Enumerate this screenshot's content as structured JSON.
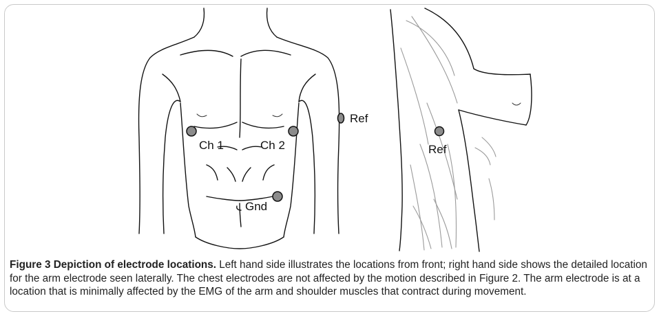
{
  "electrodes": {
    "ch1": "Ch 1",
    "ch2": "Ch 2",
    "gnd": "Gnd",
    "ref_front": "Ref",
    "ref_side": "Ref"
  },
  "caption": {
    "title": "Figure 3 Depiction of electrode locations.",
    "body": " Left hand side illustrates the locations from front; right hand side shows the detailed location for the arm electrode seen laterally. The chest electrodes are not affected by the motion described in Figure 2. The arm electrode is at a location that is minimally affected by the EMG of the arm and shoulder muscles that contract during movement."
  }
}
